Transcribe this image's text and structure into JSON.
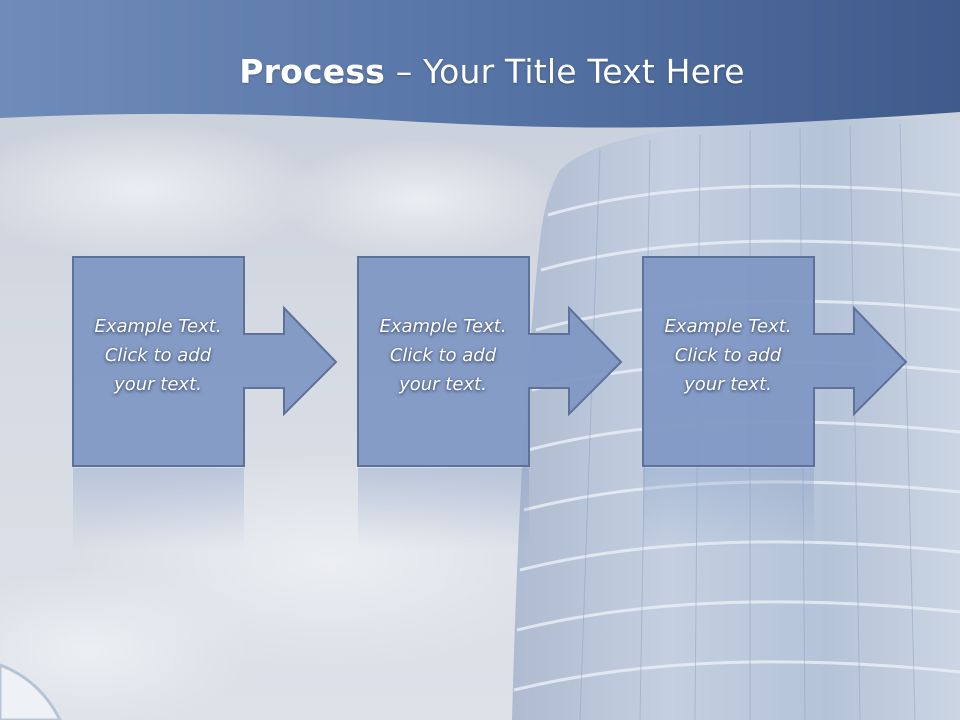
{
  "title": {
    "strong": "Process",
    "rest": " – Your Title Text Here"
  },
  "steps": [
    {
      "lines": [
        "Example Text.",
        "Click  to add",
        "your text."
      ]
    },
    {
      "lines": [
        "Example Text.",
        "Click  to add",
        "your text."
      ]
    },
    {
      "lines": [
        "Example Text.",
        "Click  to add",
        "your text."
      ]
    }
  ],
  "colors": {
    "header": "#4f6d9e",
    "box_fill": "#7f98c4",
    "box_stroke": "#5d7199",
    "text": "#ffffff"
  }
}
